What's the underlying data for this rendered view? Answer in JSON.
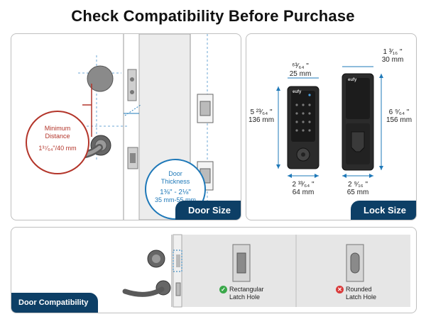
{
  "title": "Check Compatibility Before Purchase",
  "door_size": {
    "tab_label": "Door Size",
    "min_distance": {
      "line1": "Minimum",
      "line2": "Distance",
      "value": "1³⁷⁄₆₄\"/40 mm"
    },
    "door_thickness": {
      "line1": "Door",
      "line2": "Thickness",
      "inch": "1⅜\" - 2⅛\"",
      "mm": "35 mm-55 mm"
    }
  },
  "lock_size": {
    "tab_label": "Lock Size",
    "brand_logo": "eufy",
    "keypad_width": {
      "inch": "⁶³⁄₆₄ \"",
      "mm": "25 mm"
    },
    "back_depth": {
      "inch": "1 ³⁄₁₆ \"",
      "mm": "30 mm"
    },
    "front_height": {
      "inch": "5 ²³⁄₆₄ \"",
      "mm": "136 mm"
    },
    "back_height": {
      "inch": "6 ⁹⁄₆₄ \"",
      "mm": "156 mm"
    },
    "front_width": {
      "inch": "2 ³³⁄₆₄ \"",
      "mm": "64 mm"
    },
    "back_width": {
      "inch": "2 ⁹⁄₁₆ \"",
      "mm": "65 mm"
    }
  },
  "door_compat": {
    "tab_label": "Door Compatibility",
    "rectangular": {
      "line1": "Rectangular",
      "line2": "Latch Hole",
      "status": "ok",
      "status_color": "#3aa84a"
    },
    "rounded": {
      "line1": "Rounded",
      "line2": "Latch Hole",
      "status": "no",
      "status_color": "#d93b3b"
    }
  },
  "colors": {
    "accent_navy": "#0d3f66",
    "red": "#b3352a",
    "blue": "#1e78b8",
    "panel_gray": "#e6e6e6"
  }
}
